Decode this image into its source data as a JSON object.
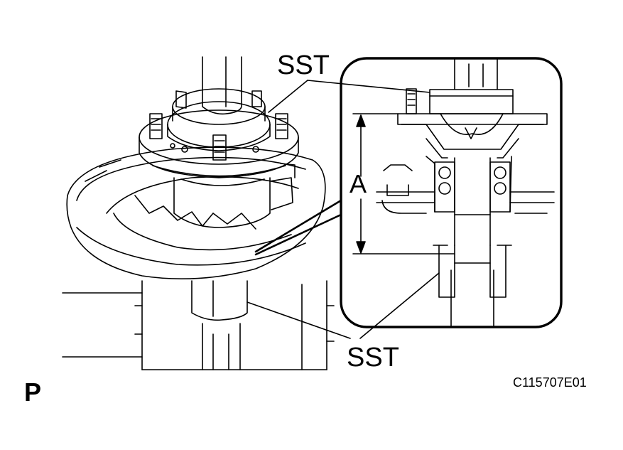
{
  "labels": {
    "sst_top": "SST",
    "sst_bottom": "SST",
    "dimension_a": "A",
    "view_marker": "P",
    "figure_code": "C115707E01"
  },
  "colors": {
    "line": "#000000",
    "background": "#ffffff"
  }
}
